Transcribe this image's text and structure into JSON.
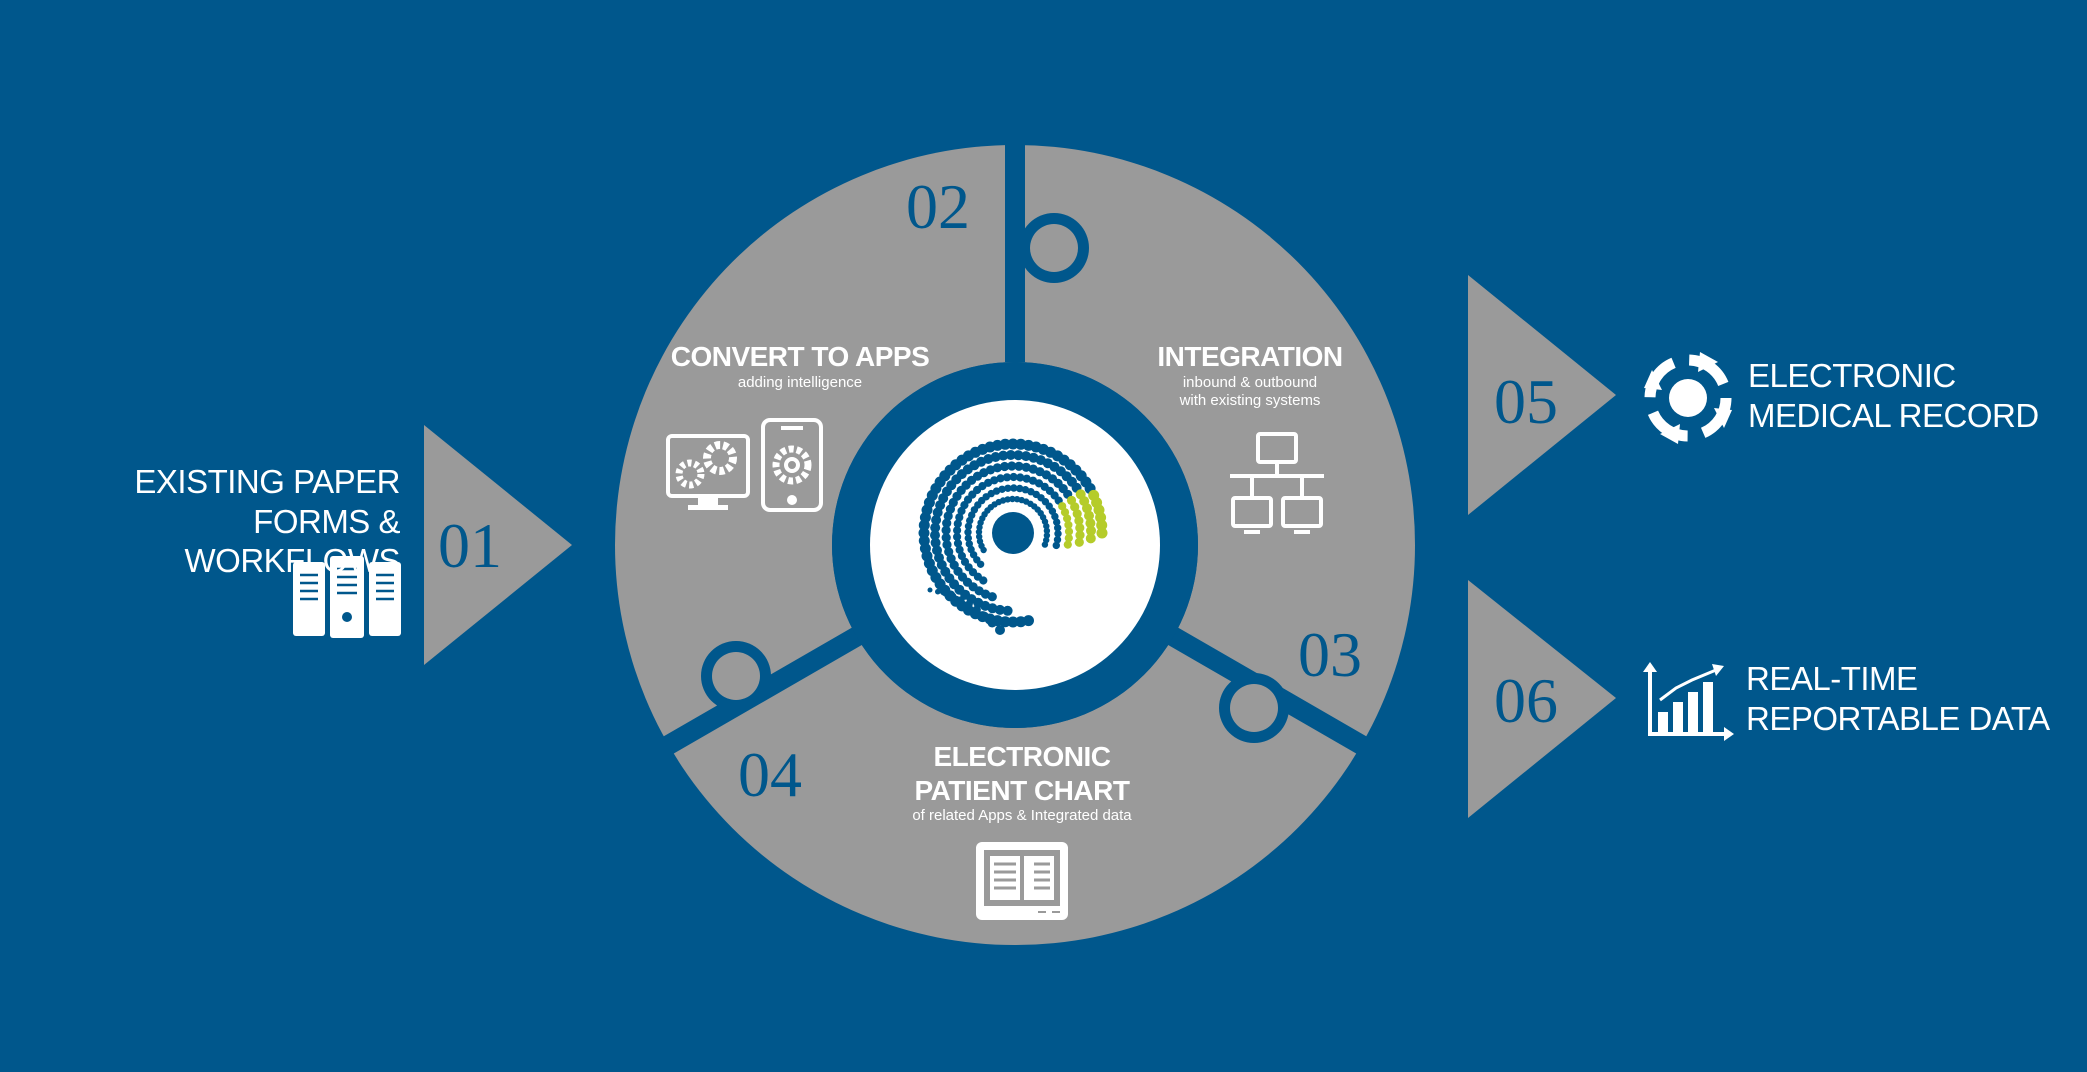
{
  "steps": [
    {
      "number": "01",
      "title_line1": "EXISTING PAPER",
      "title_line2": "FORMS & WORKFLOWS",
      "icon": "file-cabinet-icon"
    },
    {
      "number": "02",
      "title": "CONVERT TO APPS",
      "subtitle": "adding intelligence",
      "icon": "apps-gear-icon"
    },
    {
      "number": "03",
      "title": "INTEGRATION",
      "subtitle_line1": "inbound & outbound",
      "subtitle_line2": "with existing systems",
      "icon": "network-icon"
    },
    {
      "number": "04",
      "title_line1": "ELECTRONIC",
      "title_line2": "PATIENT CHART",
      "subtitle": "of related Apps & Integrated data",
      "icon": "tablet-chart-icon"
    },
    {
      "number": "05",
      "title_line1": "ELECTRONIC",
      "title_line2": "MEDICAL RECORD",
      "icon": "cycle-arrows-icon"
    },
    {
      "number": "06",
      "title_line1": "REAL-TIME",
      "title_line2": "REPORTABLE DATA",
      "icon": "bar-chart-icon"
    }
  ],
  "colors": {
    "background": "#00578c",
    "segment": "#9a9a9a",
    "number": "#00578c",
    "dots_blue": "#00578c",
    "dots_green": "#b5cc2a",
    "text": "#ffffff"
  }
}
